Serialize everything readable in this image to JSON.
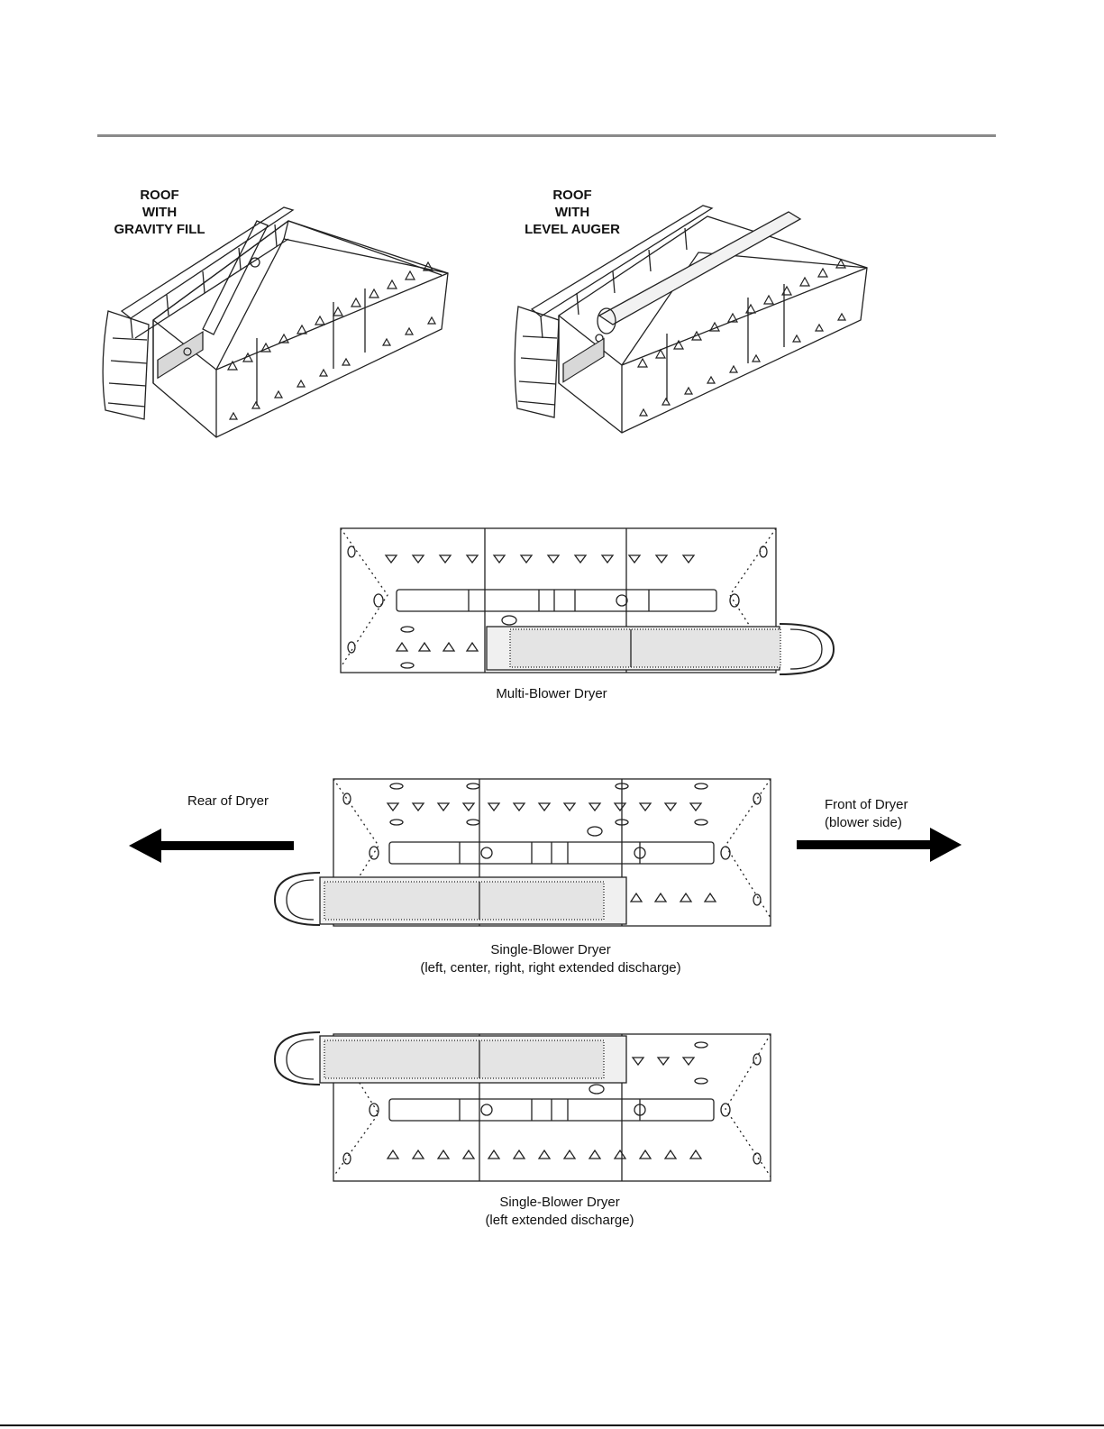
{
  "isometric_views": [
    {
      "label": "ROOF\nWITH\nGRAVITY FILL"
    },
    {
      "label": "ROOF\nWITH\nLEVEL AUGER"
    }
  ],
  "plan_views": [
    {
      "caption_line1": "Multi-Blower Dryer",
      "caption_line2": ""
    },
    {
      "caption_line1": "Single-Blower Dryer",
      "caption_line2": "(left, center, right, right extended  discharge)"
    },
    {
      "caption_line1": "Single-Blower Dryer",
      "caption_line2": "(left extended  discharge)"
    }
  ],
  "direction_labels": {
    "rear": "Rear of Dryer",
    "front_line1": "Front of Dryer",
    "front_line2": "(blower side)"
  }
}
